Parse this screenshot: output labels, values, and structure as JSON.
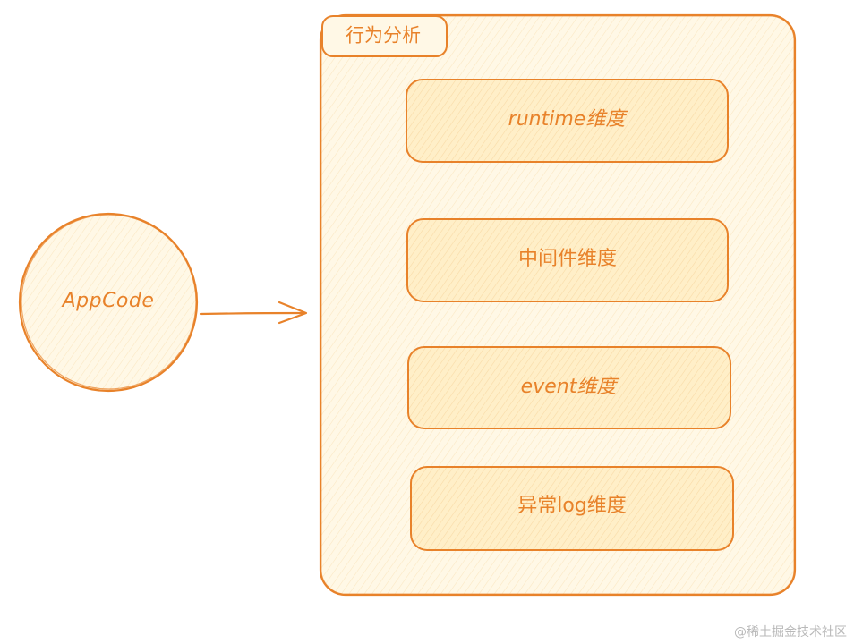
{
  "colors": {
    "stroke": "#e8822a",
    "fill_light": "#fff8e6",
    "fill_box": "#ffefc8",
    "text": "#e8822a",
    "watermark": "#b9b9b9"
  },
  "source": {
    "label": "AppCode"
  },
  "group": {
    "title": "行为分析",
    "items": [
      {
        "label": "runtime维度"
      },
      {
        "label": "中间件维度"
      },
      {
        "label": "event维度"
      },
      {
        "label": "异常log维度"
      }
    ]
  },
  "watermark": "@稀土掘金技术社区"
}
